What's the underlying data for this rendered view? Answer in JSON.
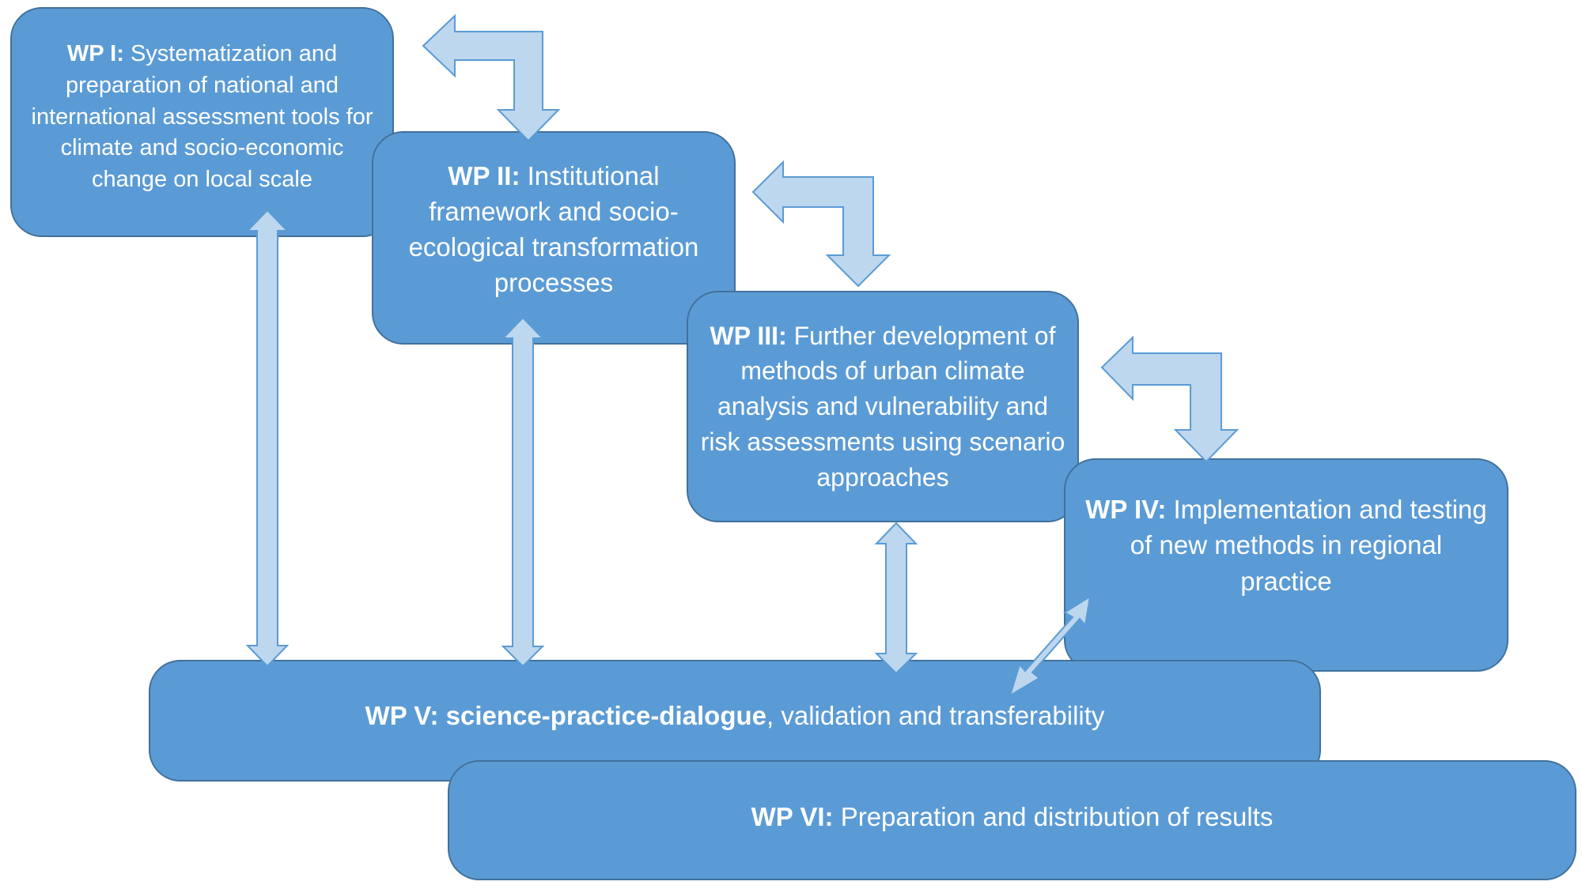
{
  "work_packages": [
    {
      "id": "WP I:",
      "text": "Systematization and preparation of national and international assessment tools for climate and socio-economic change on local scale"
    },
    {
      "id": "WP II:",
      "text": "Institutional framework and socio-ecological transformation processes"
    },
    {
      "id": "WP III:",
      "text": "Further development of methods of urban climate analysis  and vulnerability and risk assessments using scenario approaches"
    },
    {
      "id": "WP IV:",
      "text": "Implementation and testing of new methods in regional practice"
    },
    {
      "id": "WP V:",
      "text_bold": "science-practice-dialogue",
      "text": ", validation and transferability"
    },
    {
      "id": "WP VI:",
      "text": "Preparation and distribution of results"
    }
  ],
  "colors": {
    "box_fill": "#5b9bd5",
    "box_border": "#41719c",
    "arrow_fill": "#bdd7ee",
    "arrow_stroke": "#5b9bd5",
    "text": "#ffffff"
  },
  "icons": [
    "feedback-elbow-arrow",
    "double-headed-arrow"
  ]
}
